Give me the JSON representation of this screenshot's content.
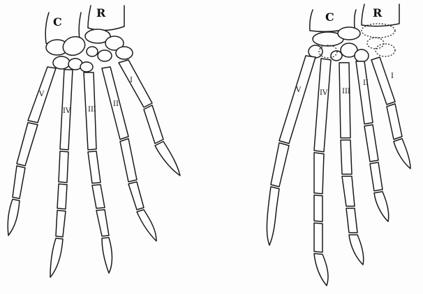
{
  "figure": {
    "left_hand": {
      "bone_labels": {
        "ulna": "C",
        "radius": "R"
      },
      "digit_labels": [
        "I",
        "II",
        "III",
        "IV",
        "V"
      ]
    },
    "right_hand": {
      "bone_labels": {
        "ulna": "C",
        "radius": "R"
      },
      "digit_labels": [
        "I",
        "II",
        "III",
        "IV",
        "V"
      ]
    }
  }
}
